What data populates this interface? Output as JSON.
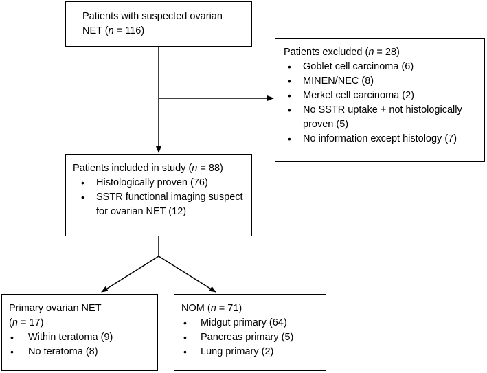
{
  "boxes": {
    "suspected": {
      "line1": "Patients with suspected ovarian",
      "line2_prefix": "NET (",
      "n_symbol": "n",
      "line2_suffix": " = 116)"
    },
    "excluded": {
      "title_prefix": "Patients excluded (",
      "n_symbol": "n",
      "title_suffix": " = 28)",
      "items": [
        "Goblet cell carcinoma (6)",
        "MINEN/NEC (8)",
        "Merkel cell carcinoma (2)",
        "No SSTR uptake + not histologically proven (5)",
        "No information except histology (7)"
      ]
    },
    "included": {
      "title_prefix": "Patients included in study (",
      "n_symbol": "n",
      "title_suffix": " = 88)",
      "items": [
        "Histologically proven (76)",
        "SSTR functional imaging suspect for ovarian NET (12)"
      ]
    },
    "primary": {
      "line1": "Primary ovarian NET",
      "line2_prefix": "(",
      "n_symbol": "n",
      "line2_suffix": " = 17)",
      "items": [
        "Within teratoma (9)",
        "No teratoma (8)"
      ]
    },
    "nom": {
      "title_prefix": "NOM (",
      "n_symbol": "n",
      "title_suffix": " = 71)",
      "items": [
        "Midgut primary (64)",
        "Pancreas primary (5)",
        "Lung primary (2)"
      ]
    }
  },
  "bullet_glyph": "•"
}
